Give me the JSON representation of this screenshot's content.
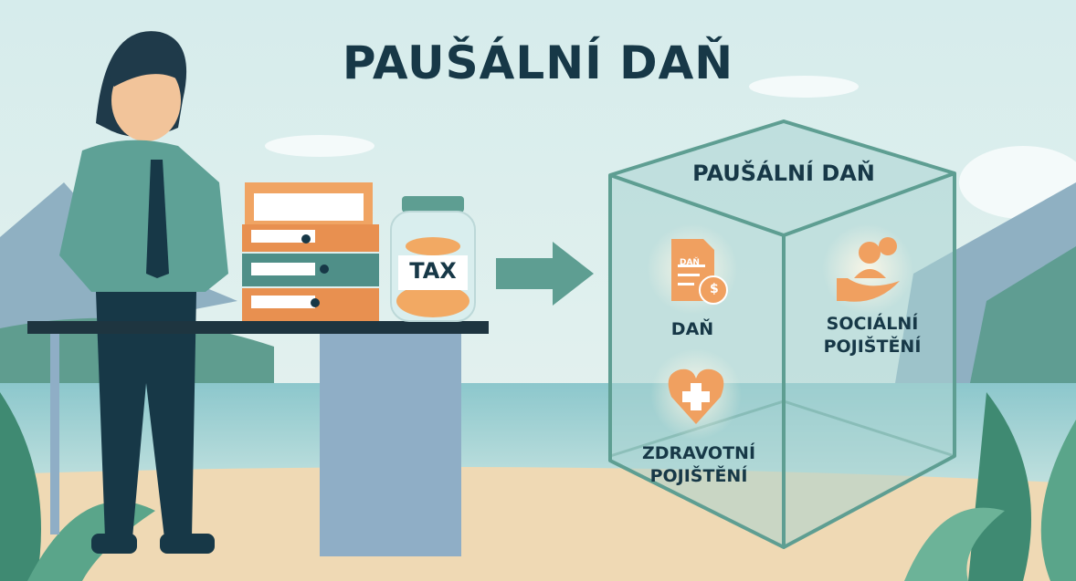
{
  "title": "PAUŠÁLNÍ DAŇ",
  "jar_label": "TAX",
  "cube": {
    "title": "PAUŠÁLNÍ DAŇ",
    "items": [
      {
        "icon": "tax-document-icon",
        "doc_label": "DAŇ",
        "label": "DAŇ"
      },
      {
        "icon": "social-care-hand-icon",
        "label_line1": "SOCIÁLNÍ",
        "label_line2": "POJIŠTĚNÍ"
      },
      {
        "icon": "health-heart-icon",
        "label_line1": "ZDRAVOTNÍ",
        "label_line2": "POJIŠTĚNÍ"
      }
    ]
  },
  "colors": {
    "accent": "#f0a060",
    "dark": "#173847",
    "teal": "#5e9e92"
  }
}
